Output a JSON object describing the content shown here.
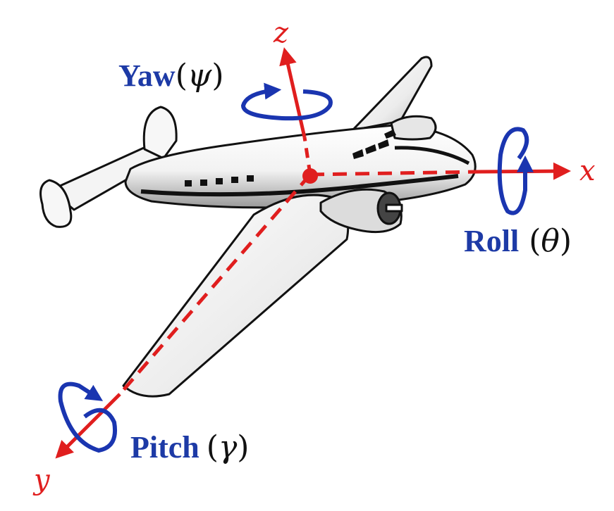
{
  "colors": {
    "axis": "#e01e1e",
    "rotation": "#1a35b0",
    "label": "#1d3aa6",
    "outline": "#111111",
    "body": "#ffffff",
    "shade": "#c8c8c8"
  },
  "axes": {
    "x": {
      "letter": "x"
    },
    "y": {
      "letter": "y"
    },
    "z": {
      "letter": "z"
    }
  },
  "rotations": {
    "yaw": {
      "name": "Yaw",
      "symbol": "ψ"
    },
    "roll": {
      "name": "Roll",
      "symbol": "θ"
    },
    "pitch": {
      "name": "Pitch",
      "symbol": "γ"
    }
  },
  "icons": {
    "airplane": "airplane-illustration",
    "yaw": "yaw-rotation-arrow-icon",
    "roll": "roll-rotation-arrow-icon",
    "pitch": "pitch-rotation-arrow-icon"
  }
}
